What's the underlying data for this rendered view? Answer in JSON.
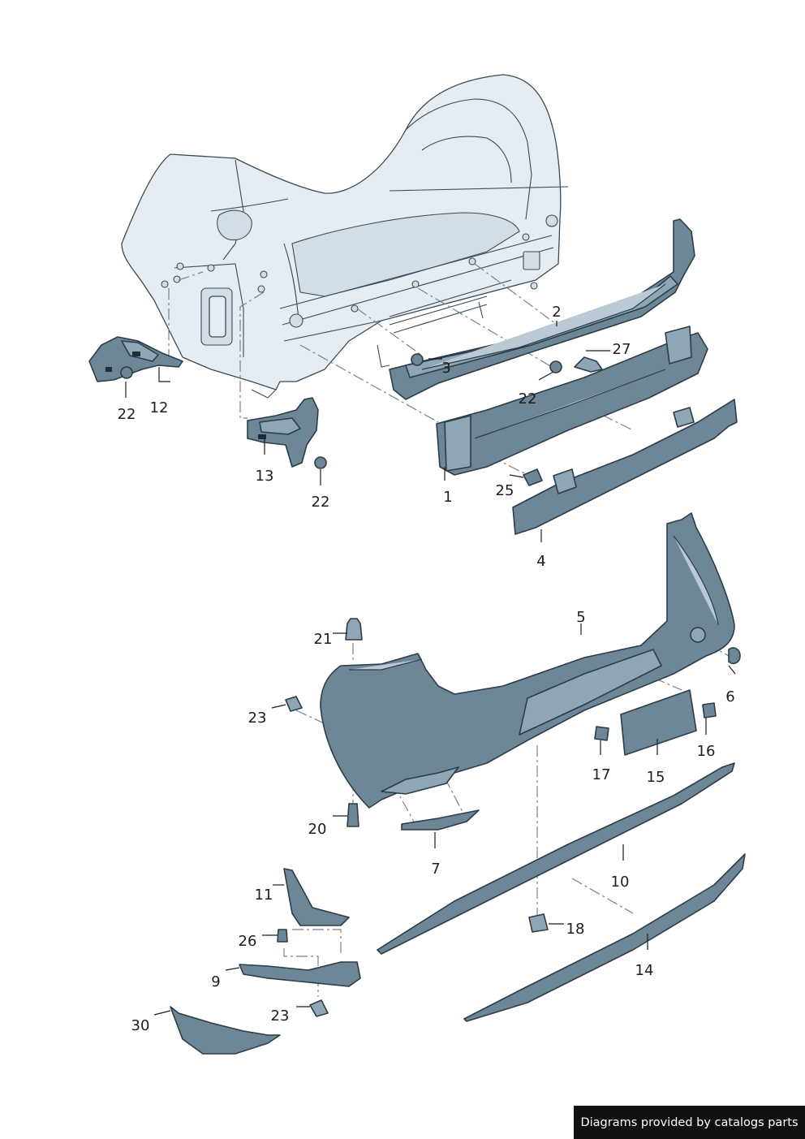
{
  "labels": {
    "p1": "1",
    "p2": "2",
    "p3": "3",
    "p4": "4",
    "p5": "5",
    "p6": "6",
    "p7": "7",
    "p9": "9",
    "p10": "10",
    "p11": "11",
    "p12": "12",
    "p13": "13",
    "p14": "14",
    "p15": "15",
    "p16": "16",
    "p17": "17",
    "p18": "18",
    "p20": "20",
    "p21": "21",
    "p22a": "22",
    "p22b": "22",
    "p22c": "22",
    "p23a": "23",
    "p23b": "23",
    "p25": "25",
    "p26": "26",
    "p27": "27",
    "p30": "30"
  },
  "footer": {
    "credit": "Diagrams provided by catalogs parts"
  }
}
